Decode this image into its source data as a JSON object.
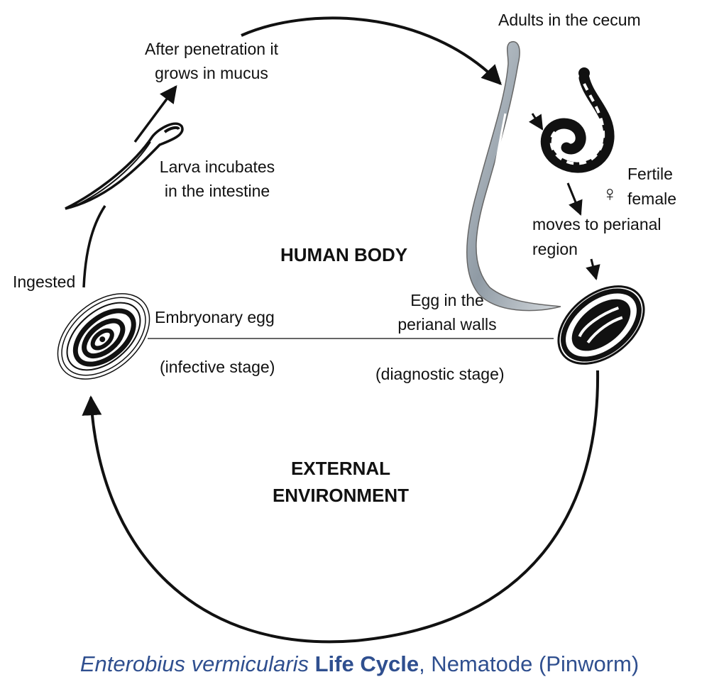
{
  "labels": {
    "adults": "Adults in the cecum",
    "after_pen_1": "After penetration it",
    "after_pen_2": "grows in  mucus",
    "larva_1": "Larva incubates",
    "larva_2": "in the intestine",
    "fertile": "Fertile",
    "female": "female",
    "moves_1": "moves to perianal",
    "moves_2": "region",
    "human_body": "HUMAN BODY",
    "ingested": "Ingested",
    "embryonary": "Embryonary egg",
    "infective": "(infective stage)",
    "egg_walls_1": "Egg in the",
    "egg_walls_2": "perianal walls",
    "diagnostic": "(diagnostic stage)",
    "external_1": "EXTERNAL",
    "external_2": "ENVIRONMENT",
    "female_symbol": "♀"
  },
  "caption": {
    "species": "Enterobius vermicularis",
    "cycle": "Life Cycle",
    "rest": ", Nematode (Pinworm)"
  },
  "colors": {
    "caption": "#2f4f8f",
    "ink": "#111111",
    "worm_gray": "#9aa3ab"
  },
  "icons": [
    "larva-icon",
    "male-worm-icon",
    "female-worm-icon",
    "perianal-egg-icon",
    "embryonated-egg-icon"
  ]
}
